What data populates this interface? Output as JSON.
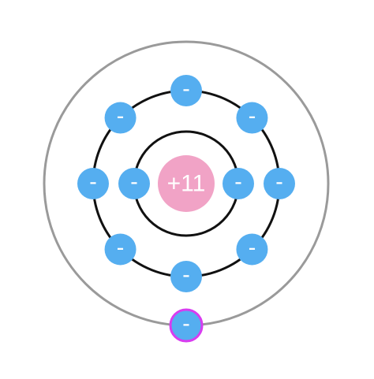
{
  "atom": {
    "nucleus": {
      "label": "+11",
      "color": "#f1a3c6"
    },
    "electron": {
      "symbol": "–",
      "fill_color": "#55aef0",
      "highlight_ring_color": "#d83cf0"
    },
    "shells": [
      {
        "name": "inner",
        "electron_count": 2,
        "ring_color": "#111111"
      },
      {
        "name": "middle",
        "electron_count": 8,
        "ring_color": "#111111"
      },
      {
        "name": "outer",
        "electron_count": 1,
        "ring_color": "#9a9a9a",
        "valence_highlighted": true
      }
    ]
  }
}
